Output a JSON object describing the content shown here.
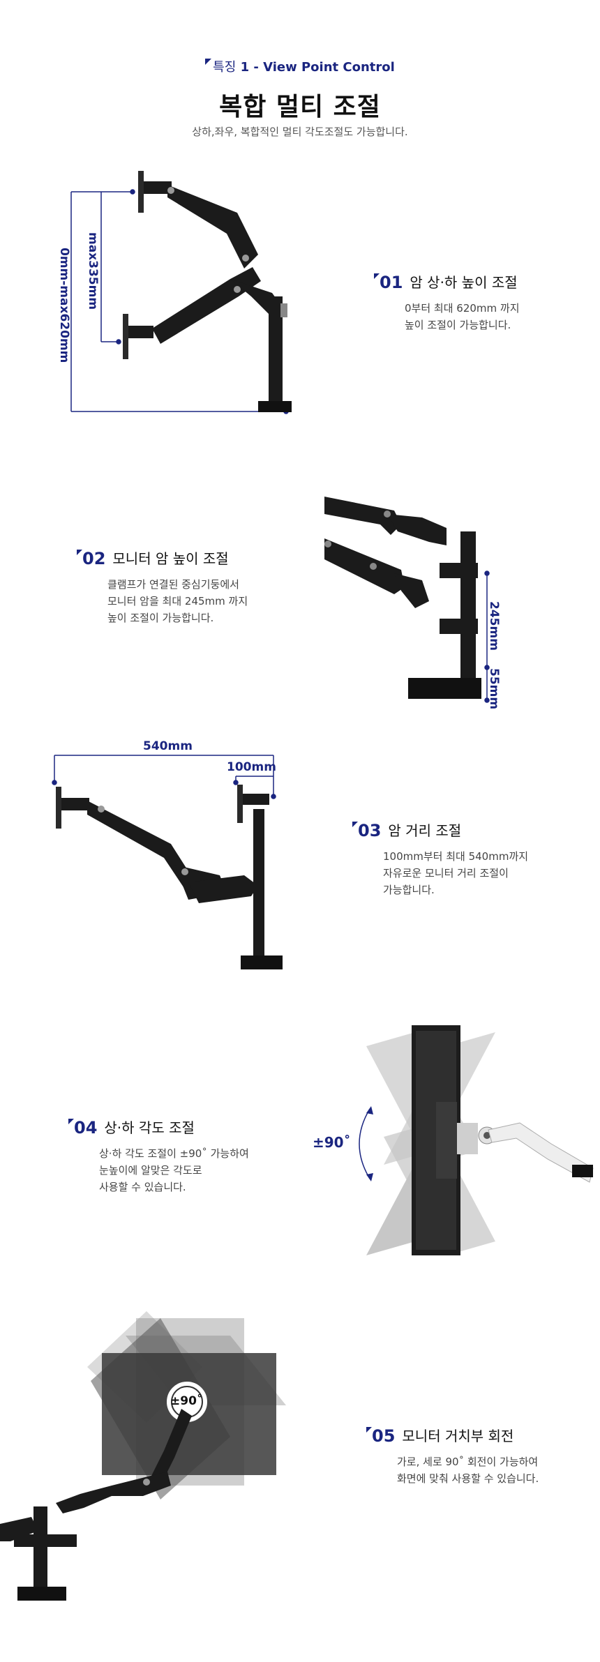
{
  "header": {
    "tag_prefix": "특징",
    "tag_text": "1 - View Point Control",
    "title": "복합 멀티 조절",
    "subtitle": "상하,좌우, 복합적인 멀티 각도조절도 가능합니다."
  },
  "features": [
    {
      "num": "01",
      "title": "암 상·하 높이 조절",
      "desc": [
        "0부터 최대 620mm 까지",
        "높이 조절이 가능합니다."
      ],
      "dims": [
        "0mm-max620mm",
        "max335mm"
      ]
    },
    {
      "num": "02",
      "title": "모니터 암 높이 조절",
      "desc": [
        "클램프가 연결된 중심기둥에서",
        "모니터 암을 최대 245mm 까지",
        "높이 조절이 가능합니다."
      ],
      "dims": [
        "245mm",
        "55mm"
      ]
    },
    {
      "num": "03",
      "title": "암 거리 조절",
      "desc": [
        "100mm부터 최대 540mm까지",
        "자유로운 모니터 거리 조절이",
        "가능합니다."
      ],
      "dims": [
        "540mm",
        "100mm"
      ]
    },
    {
      "num": "04",
      "title": "상·하 각도 조절",
      "desc": [
        "상·하 각도 조절이 ±90˚ 가능하여",
        "눈높이에 알맞은 각도로",
        "사용할 수 있습니다."
      ],
      "dims": [
        "±90˚"
      ]
    },
    {
      "num": "05",
      "title": "모니터 거치부 회전",
      "desc": [
        "가로, 세로 90˚ 회전이 가능하여",
        "화면에 맞춰 사용할 수 있습니다."
      ],
      "dims": [
        "±90˚"
      ]
    }
  ],
  "colors": {
    "accent": "#1a2580",
    "arm": "#1b1b1b"
  }
}
